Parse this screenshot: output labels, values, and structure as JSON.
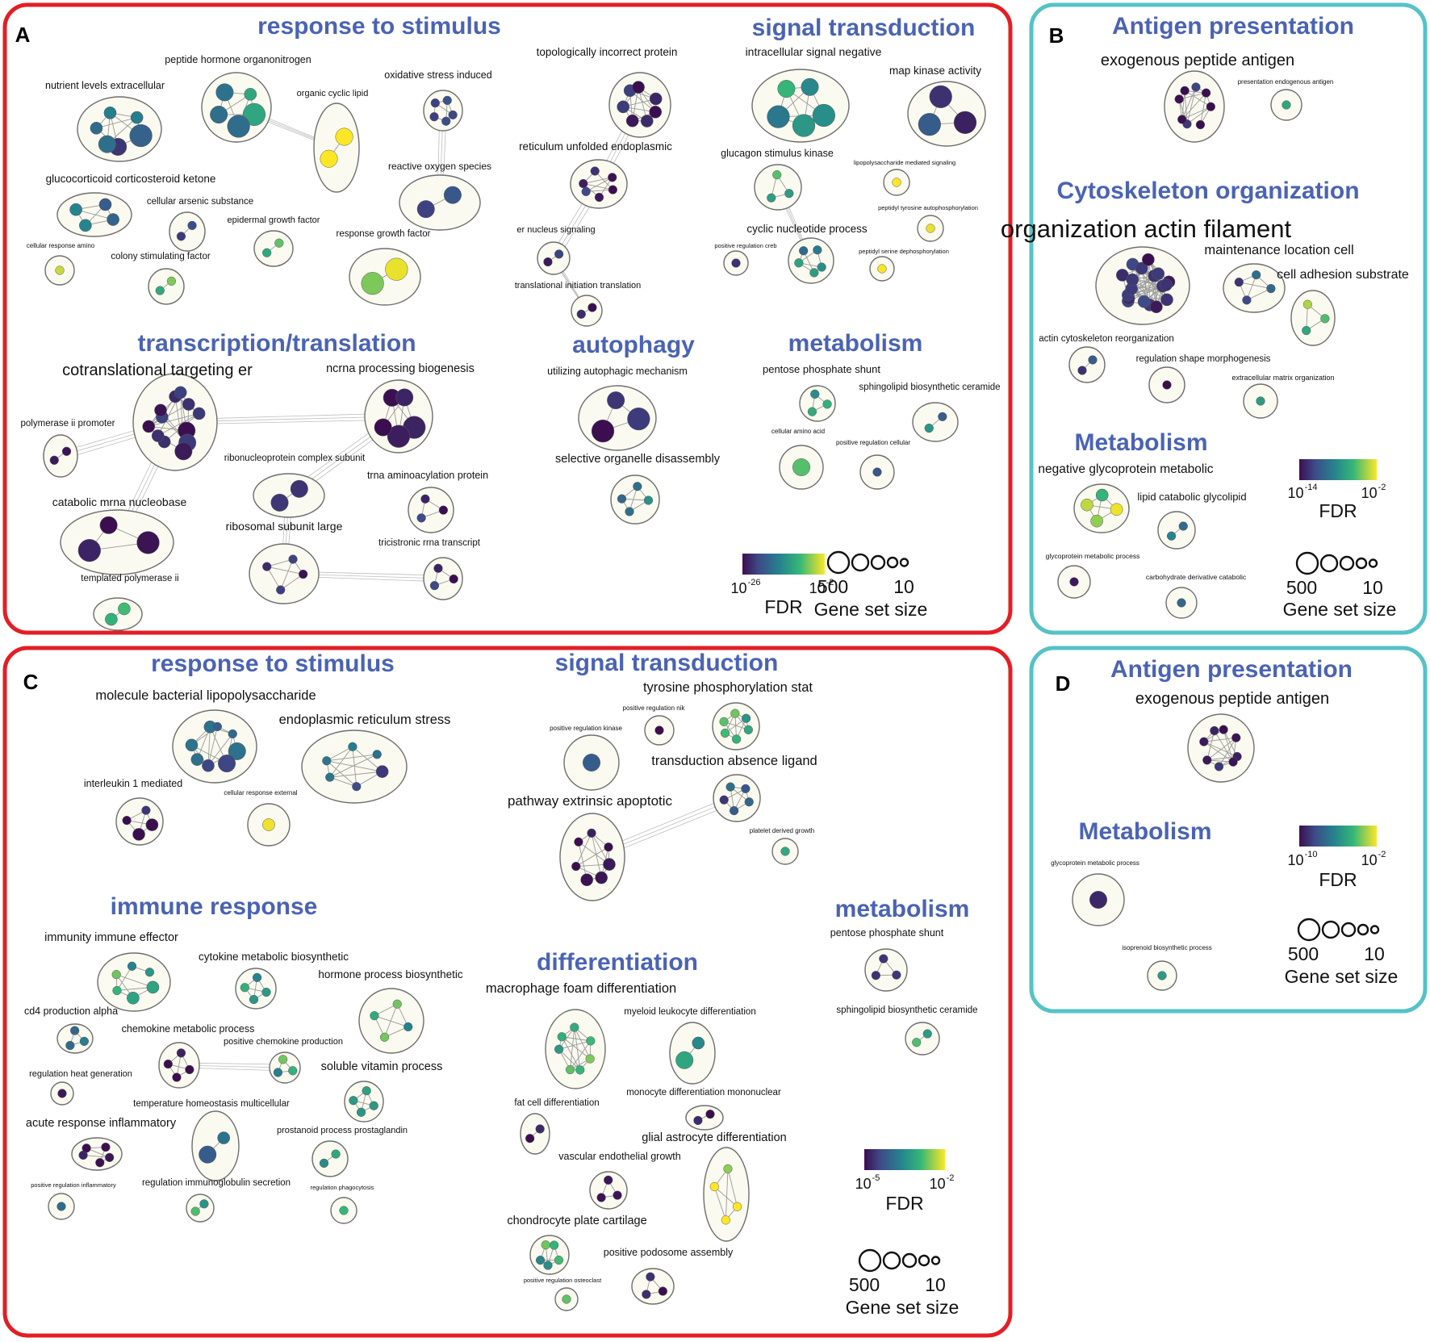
{
  "panels": [
    {
      "letter": "A",
      "categories": [
        {
          "text": "response to stimulus"
        },
        {
          "text": "signal transduction"
        },
        {
          "text": "transcription/translation"
        },
        {
          "text": "autophagy"
        },
        {
          "text": "metabolism"
        }
      ],
      "clusters": [
        {
          "label": "nutrient levels extracellular",
          "fdr_exp": -18,
          "sizes": [
            200,
            120,
            120,
            60,
            60,
            60
          ]
        },
        {
          "label": "peptide hormone organonitrogen",
          "fdr_exp": -14,
          "sizes": [
            200,
            200,
            120,
            120,
            60
          ]
        },
        {
          "label": "organic cyclic lipid",
          "fdr_exp": -3,
          "sizes": [
            120,
            120
          ]
        },
        {
          "label": "oxidative stress induced",
          "fdr_exp": -20,
          "sizes": [
            30,
            30,
            30,
            30,
            30
          ]
        },
        {
          "label": "topologically incorrect protein",
          "fdr_exp": -24,
          "sizes": [
            60,
            60,
            60,
            60,
            60,
            60,
            60
          ]
        },
        {
          "label": "glucocorticoid corticosteroid ketone",
          "fdr_exp": -17,
          "sizes": [
            60,
            60,
            60,
            60
          ]
        },
        {
          "label": "cellular arsenic substance",
          "fdr_exp": -18,
          "sizes": [
            30,
            30
          ]
        },
        {
          "label": "reactive oxygen species",
          "fdr_exp": -20,
          "sizes": [
            120,
            120
          ]
        },
        {
          "label": "reticulum unfolded endoplasmic",
          "fdr_exp": -24,
          "sizes": [
            30,
            30,
            30,
            30,
            30,
            30
          ]
        },
        {
          "label": "epidermal growth factor",
          "fdr_exp": -6,
          "sizes": [
            30,
            30
          ]
        },
        {
          "label": "response growth factor",
          "fdr_exp": -5,
          "sizes": [
            200,
            200
          ]
        },
        {
          "label": "cellular response amino",
          "fdr_exp": -6,
          "sizes": [
            30
          ]
        },
        {
          "label": "colony stimulating factor",
          "fdr_exp": -6,
          "sizes": [
            30,
            30
          ]
        },
        {
          "label": "er nucleus signaling",
          "fdr_exp": -24,
          "sizes": [
            30,
            30
          ]
        },
        {
          "label": "translational initiation translation",
          "fdr_exp": -25,
          "sizes": [
            30,
            30
          ]
        },
        {
          "label": "intracellular signal negative",
          "fdr_exp": -12,
          "sizes": [
            200,
            200,
            200,
            120,
            120
          ]
        },
        {
          "label": "map kinase activity",
          "fdr_exp": -20,
          "sizes": [
            200,
            200,
            200
          ]
        },
        {
          "label": "glucagon stimulus kinase",
          "fdr_exp": -10,
          "sizes": [
            30,
            30,
            30
          ]
        },
        {
          "label": "lipopolysaccharide mediated signaling",
          "fdr_exp": -4,
          "sizes": [
            30
          ]
        },
        {
          "label": "peptidyl tyrosine autophosphorylation",
          "fdr_exp": -6,
          "sizes": [
            30
          ]
        },
        {
          "label": "cyclic nucleotide process",
          "fdr_exp": -14,
          "sizes": [
            30,
            30,
            30,
            30,
            30
          ]
        },
        {
          "label": "positive regulation creb",
          "fdr_exp": -26,
          "sizes": [
            30
          ]
        },
        {
          "label": "peptidyl serine dephosphorylation",
          "fdr_exp": -6,
          "sizes": [
            30
          ]
        },
        {
          "label": "cotranslational targeting er",
          "fdr_exp": -25,
          "sizes": [
            120,
            120,
            120,
            60,
            60,
            60,
            60,
            60,
            60,
            60,
            60,
            60
          ]
        },
        {
          "label": "ncrna processing biogenesis",
          "fdr_exp": -25,
          "sizes": [
            200,
            200,
            120,
            120,
            120
          ]
        },
        {
          "label": "polymerase ii promoter",
          "fdr_exp": -24,
          "sizes": [
            30,
            30
          ]
        },
        {
          "label": "ribonucleoprotein complex subunit",
          "fdr_exp": -24,
          "sizes": [
            120,
            120
          ]
        },
        {
          "label": "trna aminoacylation protein",
          "fdr_exp": -24,
          "sizes": [
            30,
            30,
            30
          ]
        },
        {
          "label": "catabolic mrna nucleobase",
          "fdr_exp": -25,
          "sizes": [
            200,
            200,
            120
          ]
        },
        {
          "label": "ribosomal subunit large",
          "fdr_exp": -24,
          "sizes": [
            30,
            30,
            30,
            30
          ]
        },
        {
          "label": "tricistronic rrna transcript",
          "fdr_exp": -24,
          "sizes": [
            30,
            30,
            30
          ]
        },
        {
          "label": "templated polymerase ii",
          "fdr_exp": -8,
          "sizes": [
            60,
            60
          ]
        },
        {
          "label": "utilizing autophagic mechanism",
          "fdr_exp": -25,
          "sizes": [
            200,
            200,
            120
          ]
        },
        {
          "label": "selective organelle disassembly",
          "fdr_exp": -16,
          "sizes": [
            30,
            30,
            30,
            30
          ]
        },
        {
          "label": "pentose phosphate shunt",
          "fdr_exp": -10,
          "sizes": [
            30,
            30,
            30
          ]
        },
        {
          "label": "sphingolipid biosynthetic ceramide",
          "fdr_exp": -14,
          "sizes": [
            30,
            30
          ]
        },
        {
          "label": "cellular amino acid",
          "fdr_exp": -4,
          "sizes": [
            120
          ]
        },
        {
          "label": "positive regulation cellular",
          "fdr_exp": -16,
          "sizes": [
            30
          ]
        }
      ],
      "legend": {
        "fdr_low": "10",
        "fdr_low_exp": "-26",
        "fdr_high": "10",
        "fdr_high_exp": "-2",
        "fdr_title": "FDR",
        "size_large": "500",
        "size_small": "10",
        "size_title": "Gene set size"
      }
    },
    {
      "letter": "B",
      "categories": [
        {
          "text": "Antigen presentation"
        },
        {
          "text": "Cytoskeleton organization"
        },
        {
          "text": "Metabolism"
        }
      ],
      "clusters": [
        {
          "label": "exogenous peptide antigen",
          "fdr_exp": -13,
          "sizes": [
            30,
            30,
            30,
            30,
            30,
            30,
            30,
            30
          ]
        },
        {
          "label": "presentation endogenous antigen",
          "fdr_exp": -4,
          "sizes": [
            30
          ]
        },
        {
          "label": "organization actin filament",
          "fdr_exp": -13,
          "sizes": [
            60,
            60,
            60,
            60,
            60,
            60,
            60,
            60,
            60,
            60,
            60,
            60,
            60,
            60,
            60,
            60,
            60,
            60
          ]
        },
        {
          "label": "maintenance location cell",
          "fdr_exp": -10,
          "sizes": [
            30,
            30,
            30,
            30
          ]
        },
        {
          "label": "cell adhesion substrate",
          "fdr_exp": -5,
          "sizes": [
            30,
            30,
            30
          ]
        },
        {
          "label": "actin cytoskeleton reorganization",
          "fdr_exp": -12,
          "sizes": [
            30,
            30
          ]
        },
        {
          "label": "regulation shape morphogenesis",
          "fdr_exp": -13,
          "sizes": [
            30
          ]
        },
        {
          "label": "extracellular matrix organization",
          "fdr_exp": -5,
          "sizes": [
            30
          ]
        },
        {
          "label": "negative glycoprotein metabolic",
          "fdr_exp": -4,
          "sizes": [
            60,
            60,
            60,
            60
          ]
        },
        {
          "label": "lipid catabolic glycolipid",
          "fdr_exp": -9,
          "sizes": [
            30,
            30
          ]
        },
        {
          "label": "glycoprotein metabolic process",
          "fdr_exp": -12,
          "sizes": [
            30
          ]
        },
        {
          "label": "carbohydrate derivative catabolic",
          "fdr_exp": -8,
          "sizes": [
            30
          ]
        }
      ],
      "legend": {
        "fdr_low": "10",
        "fdr_low_exp": "-14",
        "fdr_high": "10",
        "fdr_high_exp": "-2",
        "fdr_title": "FDR",
        "size_large": "500",
        "size_small": "10",
        "size_title": "Gene set size"
      }
    },
    {
      "letter": "C",
      "categories": [
        {
          "text": "response to stimulus"
        },
        {
          "text": "signal transduction"
        },
        {
          "text": "immune response"
        },
        {
          "text": "metabolism"
        },
        {
          "text": "differentiation"
        }
      ],
      "clusters": [
        {
          "label": "molecule bacterial lipopolysaccharide",
          "fdr_exp": -4,
          "sizes": [
            120,
            120,
            60,
            60,
            60,
            60,
            30,
            30
          ]
        },
        {
          "label": "endoplasmic reticulum stress",
          "fdr_exp": -4,
          "sizes": [
            60,
            30,
            30,
            30,
            30,
            30
          ]
        },
        {
          "label": "interleukin 1 mediated",
          "fdr_exp": -5,
          "sizes": [
            60,
            60,
            30,
            30
          ]
        },
        {
          "label": "cellular response external",
          "fdr_exp": -2,
          "sizes": [
            60
          ]
        },
        {
          "label": "tyrosine phosphorylation stat",
          "fdr_exp": -3,
          "sizes": [
            30,
            30,
            30,
            30,
            30,
            30
          ]
        },
        {
          "label": "positive regulation nik",
          "fdr_exp": -5,
          "sizes": [
            30
          ]
        },
        {
          "label": "positive regulation kinase",
          "fdr_exp": -4,
          "sizes": [
            120
          ]
        },
        {
          "label": "transduction absence ligand",
          "fdr_exp": -4,
          "sizes": [
            30,
            30,
            30,
            30,
            30
          ]
        },
        {
          "label": "pathway extrinsic apoptotic",
          "fdr_exp": -5,
          "sizes": [
            60,
            60,
            60,
            30,
            30,
            30,
            30
          ]
        },
        {
          "label": "platelet derived growth",
          "fdr_exp": -3,
          "sizes": [
            30
          ]
        },
        {
          "label": "immunity immune effector",
          "fdr_exp": -3,
          "sizes": [
            60,
            60,
            30,
            30,
            30,
            30
          ]
        },
        {
          "label": "cytokine metabolic biosynthetic",
          "fdr_exp": -3,
          "sizes": [
            30,
            30,
            30,
            30
          ]
        },
        {
          "label": "hormone process biosynthetic",
          "fdr_exp": -3,
          "sizes": [
            30,
            30,
            30,
            30
          ]
        },
        {
          "label": "cd4 production alpha",
          "fdr_exp": -4,
          "sizes": [
            30,
            30,
            30
          ]
        },
        {
          "label": "chemokine metabolic process",
          "fdr_exp": -5,
          "sizes": [
            30,
            30,
            30,
            30
          ]
        },
        {
          "label": "positive chemokine production",
          "fdr_exp": -3,
          "sizes": [
            30,
            30,
            30
          ]
        },
        {
          "label": "regulation heat generation",
          "fdr_exp": -5,
          "sizes": [
            30
          ]
        },
        {
          "label": "soluble vitamin process",
          "fdr_exp": -3,
          "sizes": [
            30,
            30,
            30,
            30
          ]
        },
        {
          "label": "temperature homeostasis multicellular",
          "fdr_exp": -4,
          "sizes": [
            120,
            60
          ]
        },
        {
          "label": "acute response inflammatory",
          "fdr_exp": -5,
          "sizes": [
            30,
            30,
            30,
            30,
            30
          ]
        },
        {
          "label": "prostanoid process prostaglandin",
          "fdr_exp": -3,
          "sizes": [
            30,
            30
          ]
        },
        {
          "label": "positive regulation inflammatory",
          "fdr_exp": -4,
          "sizes": [
            30
          ]
        },
        {
          "label": "regulation immunoglobulin secretion",
          "fdr_exp": -3,
          "sizes": [
            30,
            30
          ]
        },
        {
          "label": "regulation phagocytosis",
          "fdr_exp": -3,
          "sizes": [
            30
          ]
        },
        {
          "label": "pentose phosphate shunt",
          "fdr_exp": -5,
          "sizes": [
            30,
            30,
            30
          ]
        },
        {
          "label": "sphingolipid biosynthetic ceramide",
          "fdr_exp": -3,
          "sizes": [
            30,
            30
          ]
        },
        {
          "label": "macrophage foam differentiation",
          "fdr_exp": -3,
          "sizes": [
            30,
            30,
            30,
            30,
            30,
            30,
            30
          ]
        },
        {
          "label": "myeloid leukocyte differentiation",
          "fdr_exp": -3,
          "sizes": [
            120,
            60
          ]
        },
        {
          "label": "monocyte differentiation mononuclear",
          "fdr_exp": -5,
          "sizes": [
            30,
            30
          ]
        },
        {
          "label": "fat cell differentiation",
          "fdr_exp": -5,
          "sizes": [
            30,
            30
          ]
        },
        {
          "label": "glial astrocyte differentiation",
          "fdr_exp": -2,
          "sizes": [
            30,
            30,
            30,
            30
          ]
        },
        {
          "label": "vascular endothelial growth",
          "fdr_exp": -5,
          "sizes": [
            30,
            30,
            30
          ]
        },
        {
          "label": "chondrocyte plate cartilage",
          "fdr_exp": -3,
          "sizes": [
            30,
            30,
            30,
            30,
            30
          ]
        },
        {
          "label": "positive podosome assembly",
          "fdr_exp": -5,
          "sizes": [
            30,
            30,
            30
          ]
        },
        {
          "label": "positive regulation osteoclast",
          "fdr_exp": -3,
          "sizes": [
            30
          ]
        }
      ],
      "legend": {
        "fdr_low": "10",
        "fdr_low_exp": "-5",
        "fdr_high": "10",
        "fdr_high_exp": "-2",
        "fdr_title": "FDR",
        "size_large": "500",
        "size_small": "10",
        "size_title": "Gene set size"
      }
    },
    {
      "letter": "D",
      "categories": [
        {
          "text": "Antigen presentation"
        },
        {
          "text": "Metabolism"
        }
      ],
      "clusters": [
        {
          "label": "exogenous peptide antigen",
          "fdr_exp": -9,
          "sizes": [
            30,
            30,
            30,
            30,
            30,
            30,
            30,
            30
          ]
        },
        {
          "label": "glycoprotein metabolic process",
          "fdr_exp": -10,
          "sizes": [
            120
          ]
        },
        {
          "label": "isoprenoid biosynthetic process",
          "fdr_exp": -6,
          "sizes": [
            30
          ]
        }
      ],
      "legend": {
        "fdr_low": "10",
        "fdr_low_exp": "-10",
        "fdr_high": "10",
        "fdr_high_exp": "-2",
        "fdr_title": "FDR",
        "size_large": "500",
        "size_small": "10",
        "size_title": "Gene set size"
      }
    }
  ],
  "colors": {
    "panel_A_border": "#e41e25",
    "panel_C_border": "#e41e25",
    "panel_B_border": "#56c2c6",
    "panel_D_border": "#56c2c6",
    "category_text": "#4a63b4",
    "viridis_low": "#3b0f4f",
    "viridis_mid": "#21908c",
    "viridis_high": "#fde725"
  }
}
